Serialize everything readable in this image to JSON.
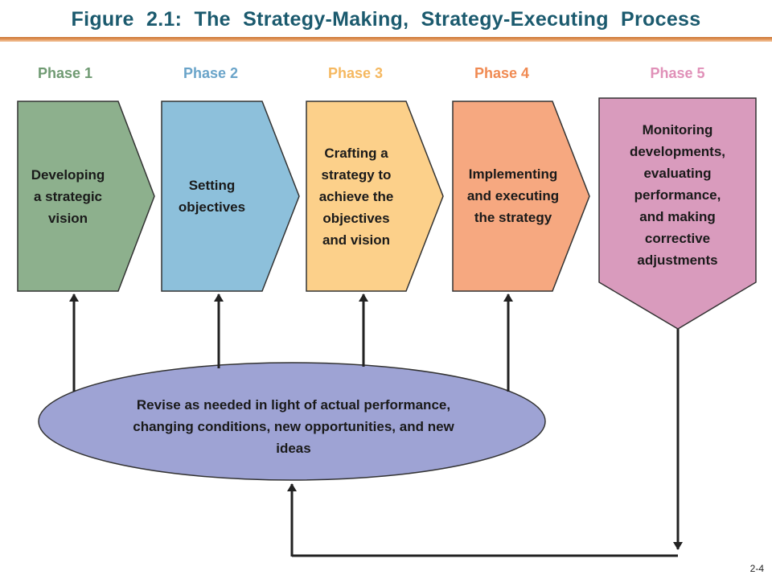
{
  "header": {
    "title": "Figure 2.1: The Strategy-Making, Strategy-Executing Process"
  },
  "phases": [
    {
      "label": "Phase 1",
      "label_color": "#6f9a72",
      "fill": "#8db08d",
      "lines": [
        "Developing",
        "a strategic",
        "vision"
      ]
    },
    {
      "label": "Phase 2",
      "label_color": "#6aa4c9",
      "fill": "#8dc0db",
      "lines": [
        "Setting",
        "objectives"
      ]
    },
    {
      "label": "Phase 3",
      "label_color": "#f5b860",
      "fill": "#fcd08a",
      "lines": [
        "Crafting a",
        "strategy to",
        "achieve the",
        "objectives",
        "and vision"
      ]
    },
    {
      "label": "Phase 4",
      "label_color": "#f08a52",
      "fill": "#f6a880",
      "lines": [
        "Implementing",
        "and executing",
        "the strategy"
      ]
    },
    {
      "label": "Phase 5",
      "label_color": "#e090b8",
      "fill": "#d99bbd",
      "lines": [
        "Monitoring",
        "developments,",
        "evaluating",
        "performance,",
        "and making",
        "corrective",
        "adjustments"
      ]
    }
  ],
  "revise": {
    "fill": "#9ea3d4",
    "lines": [
      "Revise as needed in light of actual performance,",
      "changing conditions, new opportunities, and new",
      "ideas"
    ]
  },
  "footer": {
    "page_number": "2-4"
  }
}
